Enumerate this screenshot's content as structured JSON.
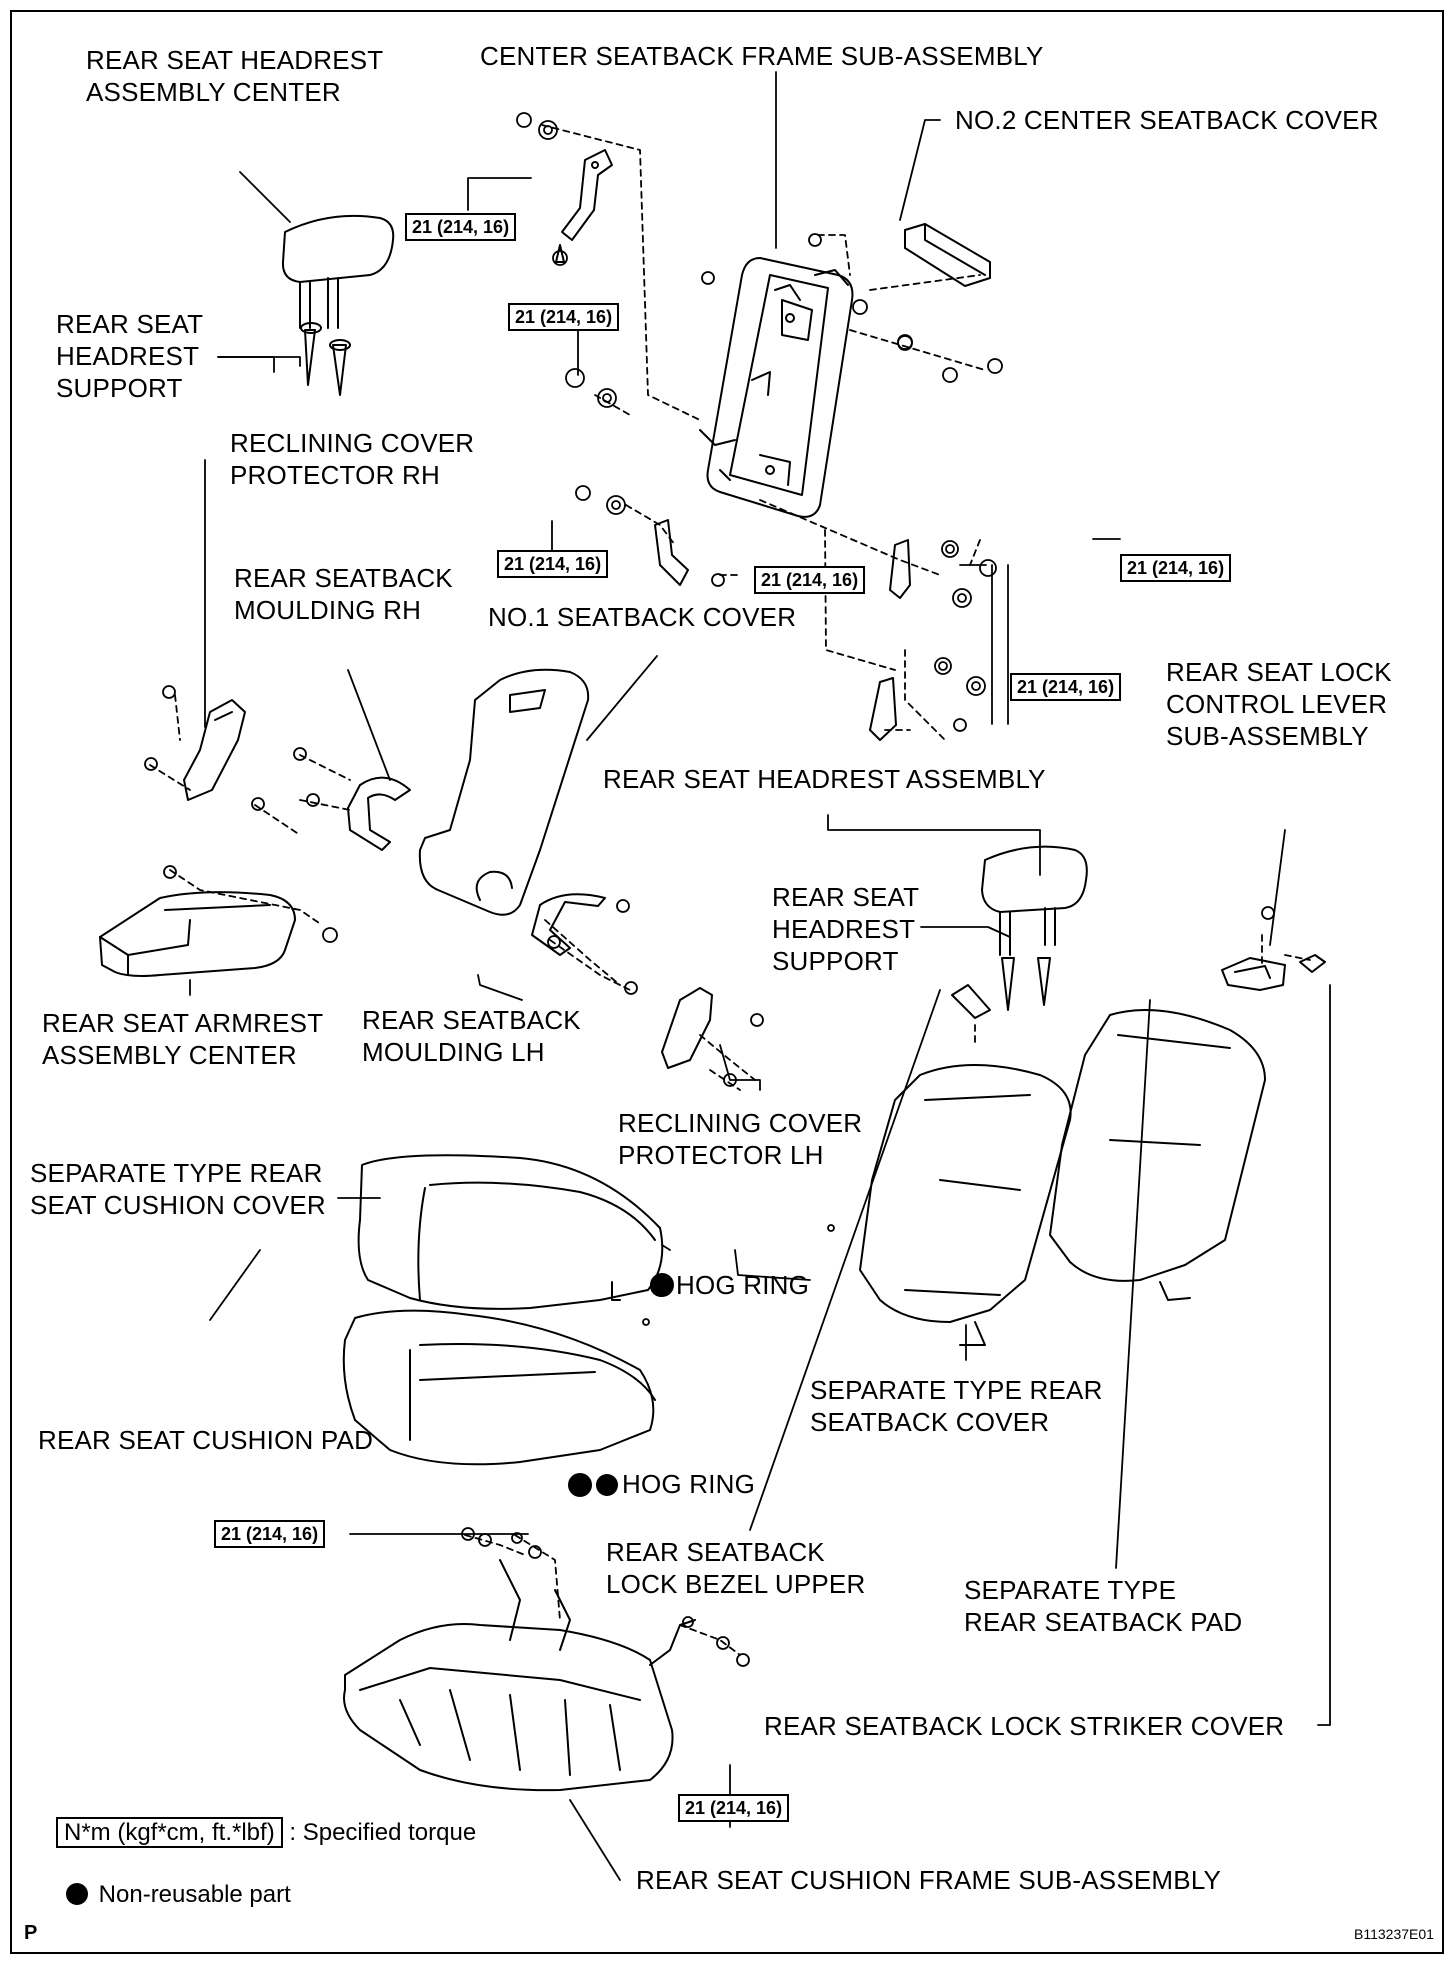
{
  "labels": {
    "rear_seat_headrest_assembly_center": "REAR SEAT HEADREST\nASSEMBLY CENTER",
    "center_seatback_frame_sub_assembly": "CENTER SEATBACK FRAME SUB-ASSEMBLY",
    "no2_center_seatback_cover": "NO.2 CENTER SEATBACK COVER",
    "rear_seat_headrest_support_center": "REAR SEAT\nHEADREST\nSUPPORT",
    "reclining_cover_protector_rh": "RECLINING COVER\nPROTECTOR RH",
    "rear_seatback_moulding_rh": "REAR SEATBACK\nMOULDING RH",
    "no1_seatback_cover": "NO.1 SEATBACK COVER",
    "rear_seat_lock_control_lever": "REAR SEAT LOCK\nCONTROL LEVER\nSUB-ASSEMBLY",
    "rear_seat_headrest_assembly": "REAR SEAT HEADREST ASSEMBLY",
    "rear_seat_headrest_support_side": "REAR SEAT\nHEADREST\nSUPPORT",
    "rear_seat_armrest_assembly_center": "REAR SEAT ARMREST\nASSEMBLY CENTER",
    "rear_seatback_moulding_lh": "REAR SEATBACK\nMOULDING LH",
    "reclining_cover_protector_lh": "RECLINING COVER\nPROTECTOR LH",
    "separate_type_rear_seat_cushion_cover": "SEPARATE TYPE REAR\nSEAT CUSHION COVER",
    "hog_ring_1": "HOG RING",
    "rear_seat_cushion_pad": "REAR SEAT CUSHION PAD",
    "separate_type_rear_seatback_cover": "SEPARATE TYPE REAR\nSEATBACK COVER",
    "hog_ring_2": "HOG RING",
    "rear_seatback_lock_bezel_upper": "REAR SEATBACK\nLOCK BEZEL UPPER",
    "separate_type_rear_seatback_pad": "SEPARATE TYPE\nREAR SEATBACK PAD",
    "rear_seatback_lock_striker_cover": "REAR SEATBACK LOCK STRIKER COVER",
    "rear_seat_cushion_frame_sub_assembly": "REAR SEAT CUSHION FRAME SUB-ASSEMBLY"
  },
  "torque": {
    "t1": "21 (214, 16)",
    "t2": "21 (214, 16)",
    "t3": "21 (214, 16)",
    "t4": "21 (214, 16)",
    "t5": "21 (214, 16)",
    "t6": "21 (214, 16)",
    "t7": "21 (214, 16)",
    "t8": "21 (214, 16)"
  },
  "legend": {
    "torque_unit": "N*m (kgf*cm, ft.*lbf)",
    "torque_desc": ": Specified torque",
    "nonreusable_desc": "Non-reusable part"
  },
  "footer": {
    "left_mark": "P",
    "figure_id": "B113237E01"
  }
}
